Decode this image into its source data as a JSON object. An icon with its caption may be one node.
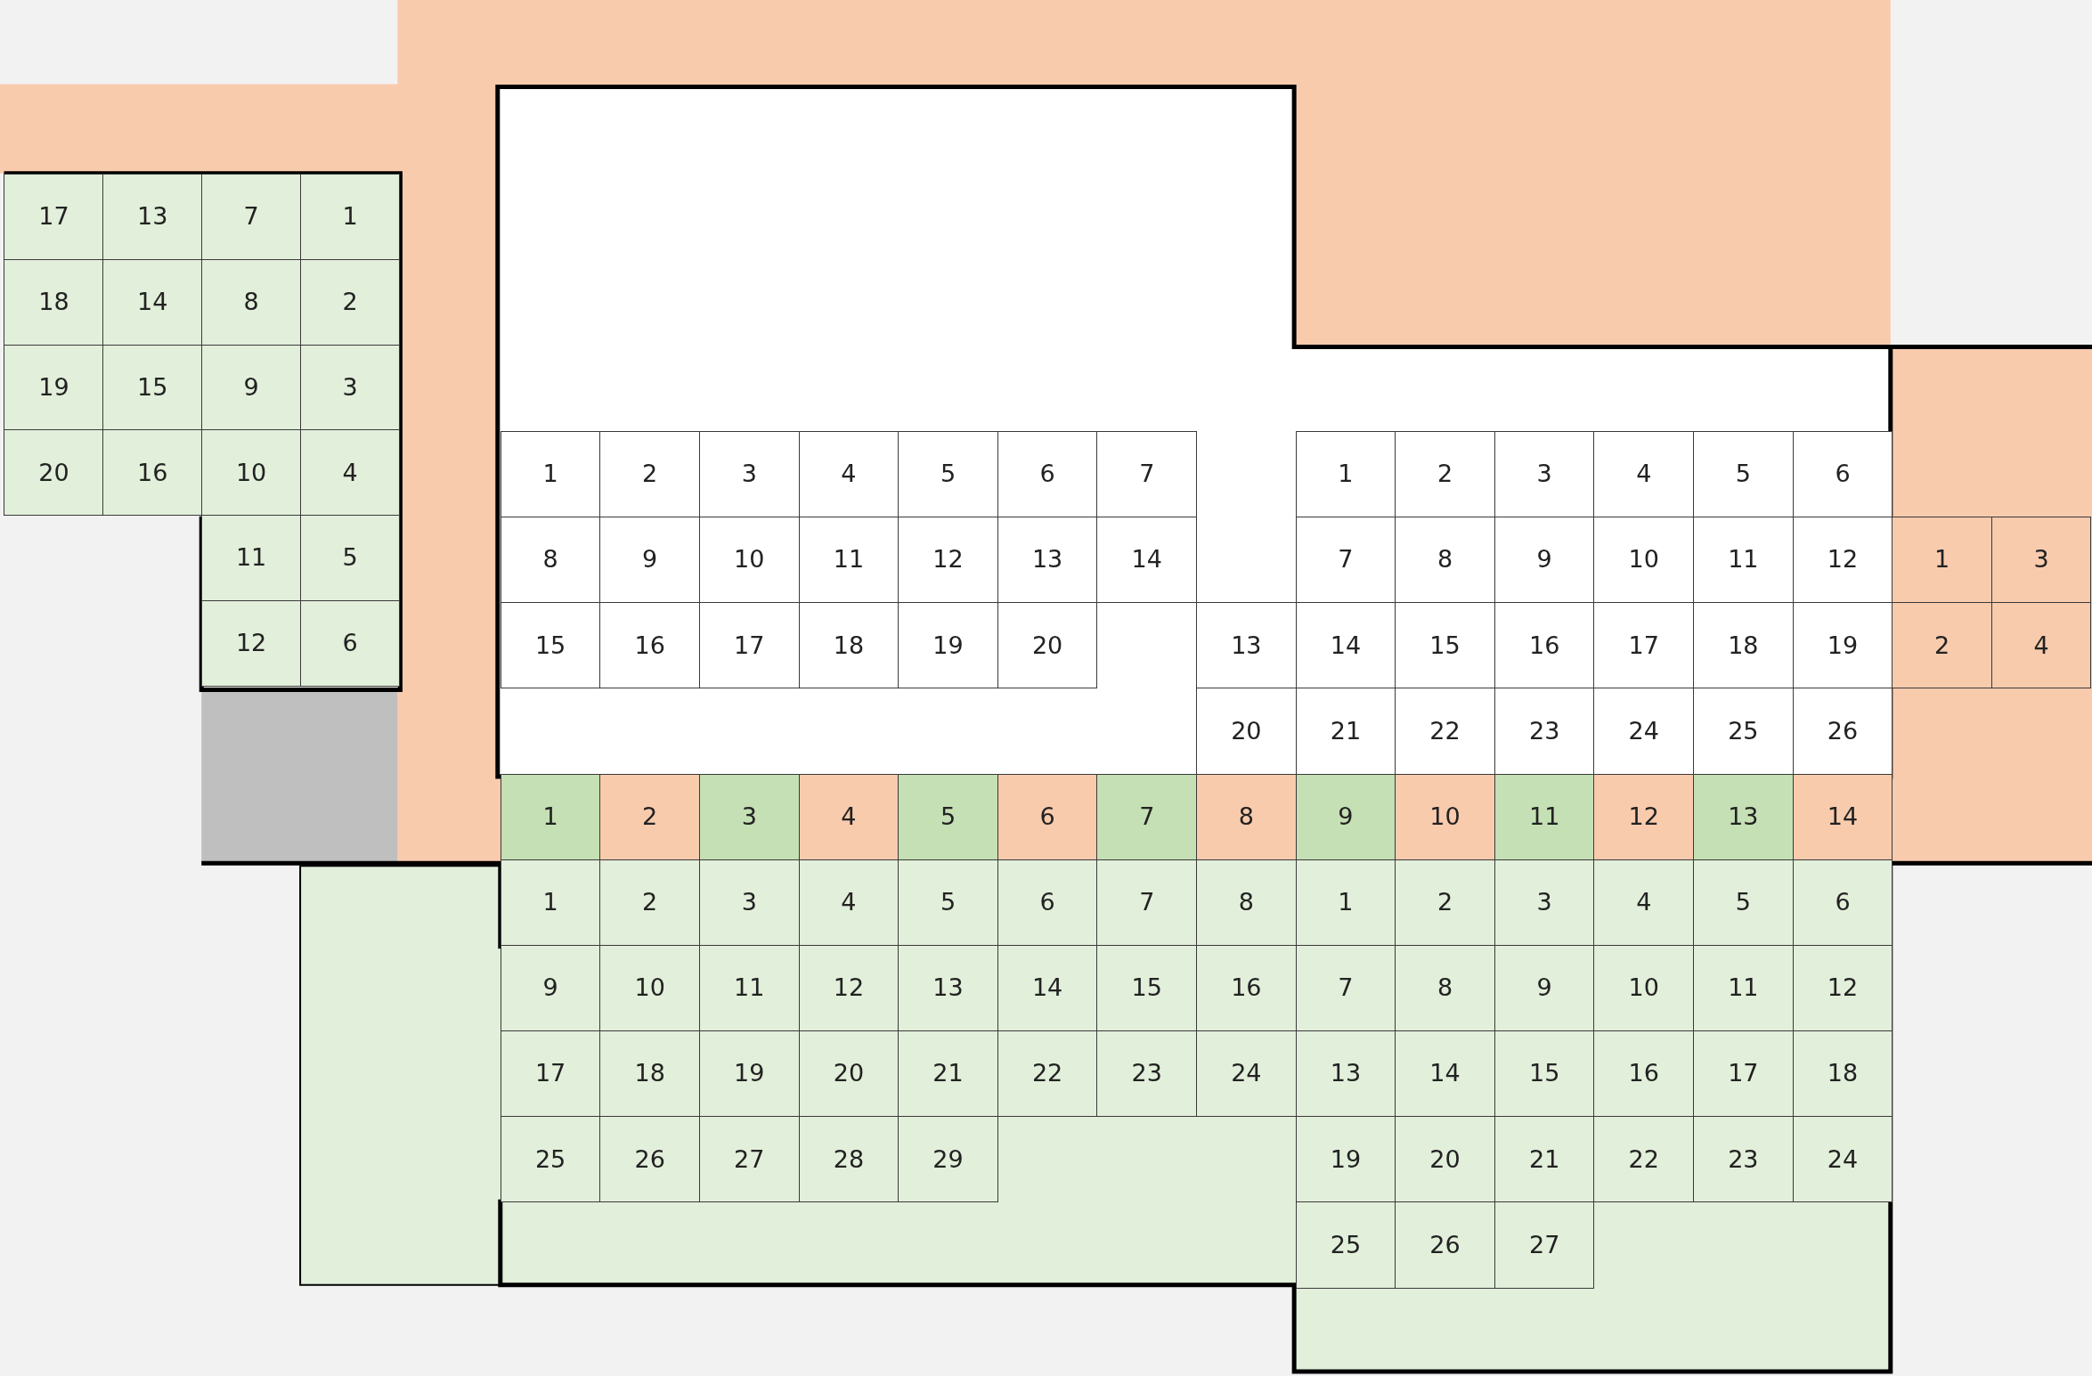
{
  "diagram": {
    "nodes": [
      {
        "text": [
          "17"
        ]
      },
      {
        "text": [
          "13"
        ]
      },
      {
        "text": [
          "7"
        ]
      },
      {
        "text": [
          "1"
        ]
      },
      {
        "text": [
          "18"
        ]
      },
      {
        "text": [
          "14"
        ]
      },
      {
        "text": [
          "8"
        ]
      },
      {
        "text": [
          "2"
        ]
      },
      {
        "text": [
          "19"
        ]
      },
      {
        "text": [
          "15"
        ]
      },
      {
        "text": [
          "9"
        ]
      },
      {
        "text": [
          "3"
        ]
      },
      {
        "text": [
          "20"
        ]
      },
      {
        "text": [
          "16"
        ]
      },
      {
        "text": [
          "10"
        ]
      },
      {
        "text": [
          "4"
        ]
      },
      {
        "text": [
          "11"
        ]
      },
      {
        "text": [
          "5"
        ]
      },
      {
        "text": [
          "12"
        ]
      },
      {
        "text": [
          "6"
        ]
      },
      {
        "text": [
          "1"
        ]
      },
      {
        "text": [
          "2"
        ]
      },
      {
        "text": [
          "3"
        ]
      },
      {
        "text": [
          "4"
        ]
      },
      {
        "text": [
          "5"
        ]
      },
      {
        "text": [
          "6"
        ]
      },
      {
        "text": [
          "7"
        ]
      },
      {
        "text": [
          "8"
        ]
      },
      {
        "text": [
          "9"
        ]
      },
      {
        "text": [
          "10"
        ]
      },
      {
        "text": [
          "11"
        ]
      },
      {
        "text": [
          "12"
        ]
      },
      {
        "text": [
          "13"
        ]
      },
      {
        "text": [
          "14"
        ]
      },
      {
        "text": [
          "15"
        ]
      },
      {
        "text": [
          "16"
        ]
      },
      {
        "text": [
          "17"
        ]
      },
      {
        "text": [
          "18"
        ]
      },
      {
        "text": [
          "19"
        ]
      },
      {
        "text": [
          "20"
        ]
      },
      {
        "text": [
          "1"
        ]
      },
      {
        "text": [
          "2"
        ]
      },
      {
        "text": [
          "3"
        ]
      },
      {
        "text": [
          "4"
        ]
      },
      {
        "text": [
          "5"
        ]
      },
      {
        "text": [
          "6"
        ]
      },
      {
        "text": [
          "7"
        ]
      },
      {
        "text": [
          "8"
        ]
      },
      {
        "text": [
          "9"
        ]
      },
      {
        "text": [
          "10"
        ]
      },
      {
        "text": [
          "11"
        ]
      },
      {
        "text": [
          "12"
        ]
      },
      {
        "text": [
          "13"
        ]
      },
      {
        "text": [
          "14"
        ]
      },
      {
        "text": [
          "15"
        ]
      },
      {
        "text": [
          "16"
        ]
      },
      {
        "text": [
          "17"
        ]
      },
      {
        "text": [
          "18"
        ]
      },
      {
        "text": [
          "19"
        ]
      },
      {
        "text": [
          "20"
        ]
      },
      {
        "text": [
          "21"
        ]
      },
      {
        "text": [
          "22"
        ]
      },
      {
        "text": [
          "23"
        ]
      },
      {
        "text": [
          "24"
        ]
      },
      {
        "text": [
          "25"
        ]
      },
      {
        "text": [
          "26"
        ]
      },
      {
        "text": [
          "1"
        ]
      },
      {
        "text": [
          "3"
        ]
      },
      {
        "text": [
          "2"
        ]
      },
      {
        "text": [
          "4"
        ]
      },
      {
        "text": [
          "1"
        ]
      },
      {
        "text": [
          "2"
        ]
      },
      {
        "text": [
          "3"
        ]
      },
      {
        "text": [
          "4"
        ]
      },
      {
        "text": [
          "5"
        ]
      },
      {
        "text": [
          "6"
        ]
      },
      {
        "text": [
          "7"
        ]
      },
      {
        "text": [
          "8"
        ]
      },
      {
        "text": [
          "9"
        ]
      },
      {
        "text": [
          "10"
        ]
      },
      {
        "text": [
          "11"
        ]
      },
      {
        "text": [
          "12"
        ]
      },
      {
        "text": [
          "13"
        ]
      },
      {
        "text": [
          "14"
        ]
      },
      {
        "text": [
          "1"
        ]
      },
      {
        "text": [
          "2"
        ]
      },
      {
        "text": [
          "3"
        ]
      },
      {
        "text": [
          "4"
        ]
      },
      {
        "text": [
          "5"
        ]
      },
      {
        "text": [
          "6"
        ]
      },
      {
        "text": [
          "7"
        ]
      },
      {
        "text": [
          "8"
        ]
      },
      {
        "text": [
          "9"
        ]
      },
      {
        "text": [
          "10"
        ]
      },
      {
        "text": [
          "11"
        ]
      },
      {
        "text": [
          "12"
        ]
      },
      {
        "text": [
          "13"
        ]
      },
      {
        "text": [
          "14"
        ]
      },
      {
        "text": [
          "15"
        ]
      },
      {
        "text": [
          "16"
        ]
      },
      {
        "text": [
          "17"
        ]
      },
      {
        "text": [
          "18"
        ]
      },
      {
        "text": [
          "19"
        ]
      },
      {
        "text": [
          "20"
        ]
      },
      {
        "text": [
          "21"
        ]
      },
      {
        "text": [
          "22"
        ]
      },
      {
        "text": [
          "23"
        ]
      },
      {
        "text": [
          "24"
        ]
      },
      {
        "text": [
          "25"
        ]
      },
      {
        "text": [
          "26"
        ]
      },
      {
        "text": [
          "27"
        ]
      },
      {
        "text": [
          "28"
        ]
      },
      {
        "text": [
          "29"
        ]
      },
      {
        "text": [
          "1"
        ]
      },
      {
        "text": [
          "2"
        ]
      },
      {
        "text": [
          "3"
        ]
      },
      {
        "text": [
          "4"
        ]
      },
      {
        "text": [
          "5"
        ]
      },
      {
        "text": [
          "6"
        ]
      },
      {
        "text": [
          "7"
        ]
      },
      {
        "text": [
          "8"
        ]
      },
      {
        "text": [
          "9"
        ]
      },
      {
        "text": [
          "10"
        ]
      },
      {
        "text": [
          "11"
        ]
      },
      {
        "text": [
          "12"
        ]
      },
      {
        "text": [
          "13"
        ]
      },
      {
        "text": [
          "14"
        ]
      },
      {
        "text": [
          "15"
        ]
      },
      {
        "text": [
          "16"
        ]
      },
      {
        "text": [
          "17"
        ]
      },
      {
        "text": [
          "18"
        ]
      },
      {
        "text": [
          "19"
        ]
      },
      {
        "text": [
          "20"
        ]
      },
      {
        "text": [
          "21"
        ]
      },
      {
        "text": [
          "22"
        ]
      },
      {
        "text": [
          "23"
        ]
      },
      {
        "text": [
          "24"
        ]
      },
      {
        "text": [
          "25"
        ]
      },
      {
        "text": [
          "26"
        ]
      },
      {
        "text": [
          "27"
        ]
      }
    ]
  }
}
